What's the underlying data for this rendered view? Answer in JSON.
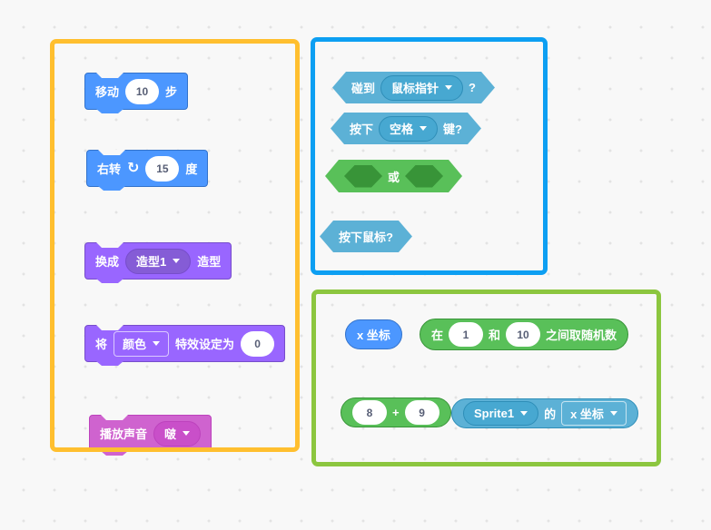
{
  "colors": {
    "background": "#F8F8F8",
    "group_outline_yellow": "#FFBF2F",
    "group_outline_blue": "#0D9FF2",
    "group_outline_green": "#8CC63F",
    "motion_fill": "#4C97FF",
    "looks_fill": "#9966FF",
    "sound_fill": "#CF63CF",
    "sensing_fill": "#5CB1D6",
    "operators_fill": "#59C059",
    "input_text": "#575E75"
  },
  "blocks": {
    "move": {
      "text_pre": "移动",
      "value": "10",
      "text_post": "步"
    },
    "turn": {
      "text_pre": "右转",
      "icon_glyph": "↻",
      "value": "15",
      "text_post": "度"
    },
    "switch_costume": {
      "text_pre": "换成",
      "dropdown_value": "造型1",
      "text_post": "造型"
    },
    "set_effect": {
      "text_pre": "将",
      "dropdown_value": "颜色",
      "text_mid": "特效设定为",
      "value": "0"
    },
    "play_sound": {
      "text_pre": "播放声音",
      "dropdown_value": "啵"
    },
    "touching": {
      "text_pre": "碰到",
      "dropdown_value": "鼠标指针",
      "text_post": "?"
    },
    "key_pressed": {
      "text_pre": "按下",
      "dropdown_value": "空格",
      "text_post": "键?"
    },
    "or_operator": {
      "text": "或"
    },
    "mouse_down": {
      "text": "按下鼠标?"
    },
    "x_position": {
      "text": "x 坐标"
    },
    "pick_random": {
      "text_pre": "在",
      "value1": "1",
      "text_mid": "和",
      "value2": "10",
      "text_post": "之间取随机数"
    },
    "addition": {
      "value1": "8",
      "operator": "+",
      "value2": "9"
    },
    "property_of": {
      "dropdown1_value": "Sprite1",
      "text_mid": "的",
      "dropdown2_value": "x 坐标"
    }
  }
}
